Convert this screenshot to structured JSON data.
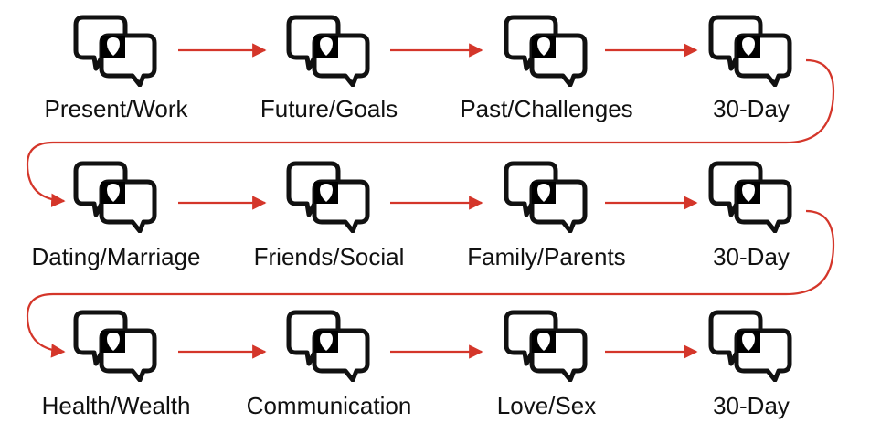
{
  "colors": {
    "arrow": "#d4362a",
    "icon_stroke": "#111111",
    "icon_fill": "#000000",
    "icon_heart": "#ffffff",
    "text": "#111111"
  },
  "icon_name": "chat-bubbles-heart-icon",
  "rows": [
    {
      "steps": [
        {
          "label": "Present/Work"
        },
        {
          "label": "Future/Goals"
        },
        {
          "label": "Past/Challenges"
        },
        {
          "label": "30-Day"
        }
      ]
    },
    {
      "steps": [
        {
          "label": "Dating/Marriage"
        },
        {
          "label": "Friends/Social"
        },
        {
          "label": "Family/Parents"
        },
        {
          "label": "30-Day"
        }
      ]
    },
    {
      "steps": [
        {
          "label": "Health/Wealth"
        },
        {
          "label": "Communication"
        },
        {
          "label": "Love/Sex"
        },
        {
          "label": "30-Day"
        }
      ]
    }
  ]
}
